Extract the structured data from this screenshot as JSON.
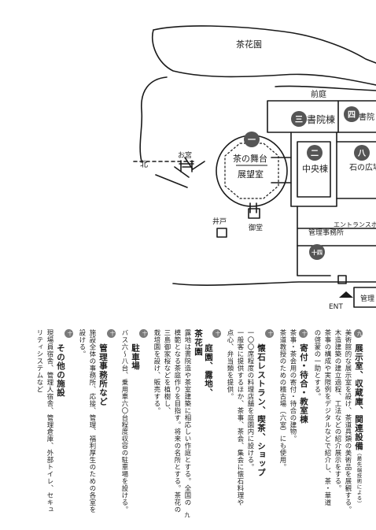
{
  "plan": {
    "tea_garden": "茶花園",
    "front_garden": "前庭",
    "north": "北",
    "shrine": "お宮",
    "tea_stage": "茶の舞台",
    "observatory": "展望室",
    "well": "井戸",
    "hall": "御堂",
    "shoin": "書院棟",
    "center": "中央棟",
    "office": "管理事務所",
    "entrance_hall": "エントランスホール",
    "ishino": "石の広場",
    "part_text": "書院",
    "ent": "ENT",
    "right_cut": "管理",
    "markers": {
      "m1": "一",
      "m2": "二",
      "m3": "三",
      "m4": "四",
      "m8": "八",
      "m14": "十四"
    }
  },
  "items": [
    {
      "badge": "九",
      "title": "展示室、収蔵庫、関連設備",
      "note": "（最先端技術による）",
      "lines": [
        "美術館的な展示室を設け、茶道具類の美術品を展観する。",
        "木造建築の建立過程、工法などの紹介展示をする。",
        "茶事の構成や実際例をデジタルなどで紹介し、茶・華道",
        "の啓蒙の一助とする。"
      ]
    },
    {
      "badge": "十",
      "title": "寄付・待合・教室棟",
      "lines": [
        "茶事・茶会用の寄付・待合の建物。",
        "茶道教授のための稽古場（六室）にも使用。"
      ]
    },
    {
      "badge": "十一",
      "title": "懐石レストラン、喫茶、ショップ",
      "lines": [
        "一〇〇席程度の料理店舗を庭園内に設ける。",
        "一般客に提供するほか、茶事、茶会、集会に懐石料理や",
        "点心、弁当類を提供。"
      ]
    },
    {
      "badge": "十二",
      "title": "庭園、露地、",
      "title2": "茶花園",
      "lines": [
        "露地は書院造や茶室建築に相応しい作庭とする。全国の",
        "模範となる茶庭作りを目指す。将来の名所とする。茶花の",
        "三島御家桜などを植樹し、",
        "栽培園を設け、販売する。"
      ]
    },
    {
      "badge": "十三",
      "title": "駐車場",
      "lines": [
        "バス六〜八台、乗用車六〇台程度収容の駐車場を設ける。"
      ]
    },
    {
      "badge": "十四",
      "title": "管理事務所など",
      "lines": [
        "施設全体の事務所、応接、管理、福利厚生のための各室を設ける。"
      ]
    },
    {
      "badge": "十五",
      "title": "その他の施設",
      "lines": [
        "現場員宿舎、管理人宿舎、管理倉庫、外部トイレ、セキュ",
        "リティシステムなど"
      ]
    }
  ],
  "page_number": "九"
}
